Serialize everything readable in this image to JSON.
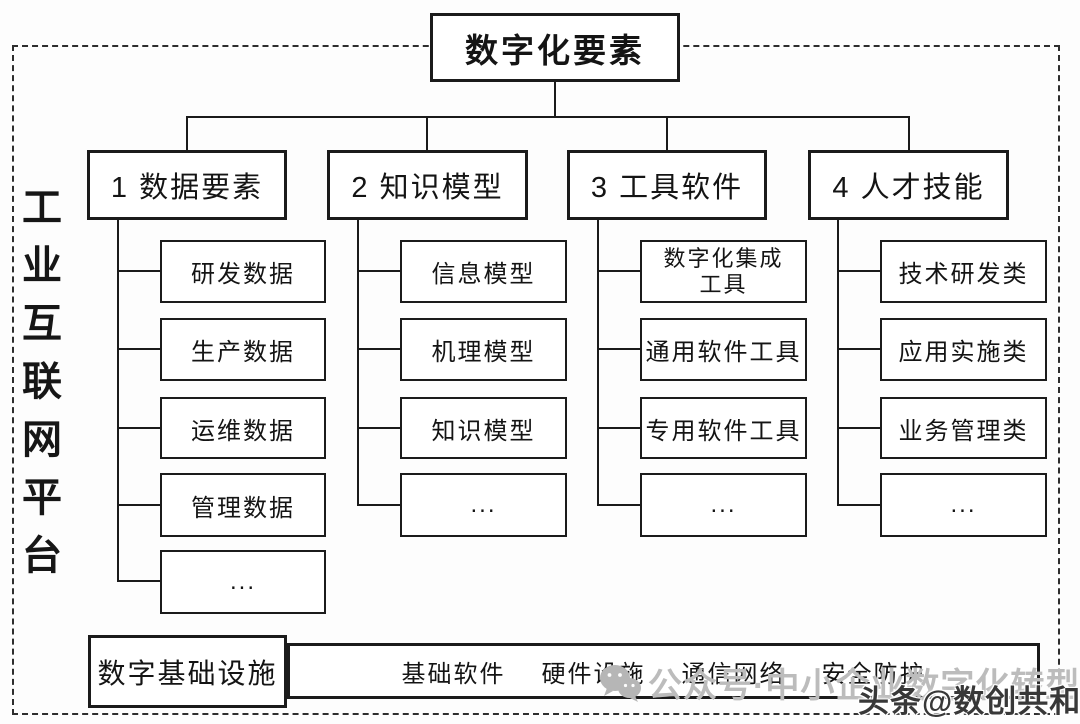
{
  "root": {
    "title": "数字化要素"
  },
  "platform_label": {
    "text": "工业互联网平台"
  },
  "columns": [
    {
      "header": "1 数据要素",
      "items": [
        "研发数据",
        "生产数据",
        "运维数据",
        "管理数据",
        "..."
      ]
    },
    {
      "header": "2 知识模型",
      "items": [
        "信息模型",
        "机理模型",
        "知识模型",
        "..."
      ]
    },
    {
      "header": "3 工具软件",
      "items": [
        "数字化集成工具",
        "通用软件工具",
        "专用软件工具",
        "..."
      ]
    },
    {
      "header": "4 人才技能",
      "items": [
        "技术研发类",
        "应用实施类",
        "业务管理类",
        "..."
      ]
    }
  ],
  "infrastructure": {
    "label": "数字基础设施",
    "items": [
      "基础软件",
      "硬件设施",
      "通信网络",
      "安全防护"
    ]
  },
  "watermarks": {
    "wechat": {
      "icon": "wechat-icon",
      "text": "公众号·中小企业数字化转型",
      "color": "#bcbcbc"
    },
    "toutiao": {
      "text": "头条@数创共和",
      "color": "#383838"
    }
  },
  "colors": {
    "line": "#1b1b1b",
    "background": "#fdfdfd",
    "box_fill": "#ffffff"
  }
}
